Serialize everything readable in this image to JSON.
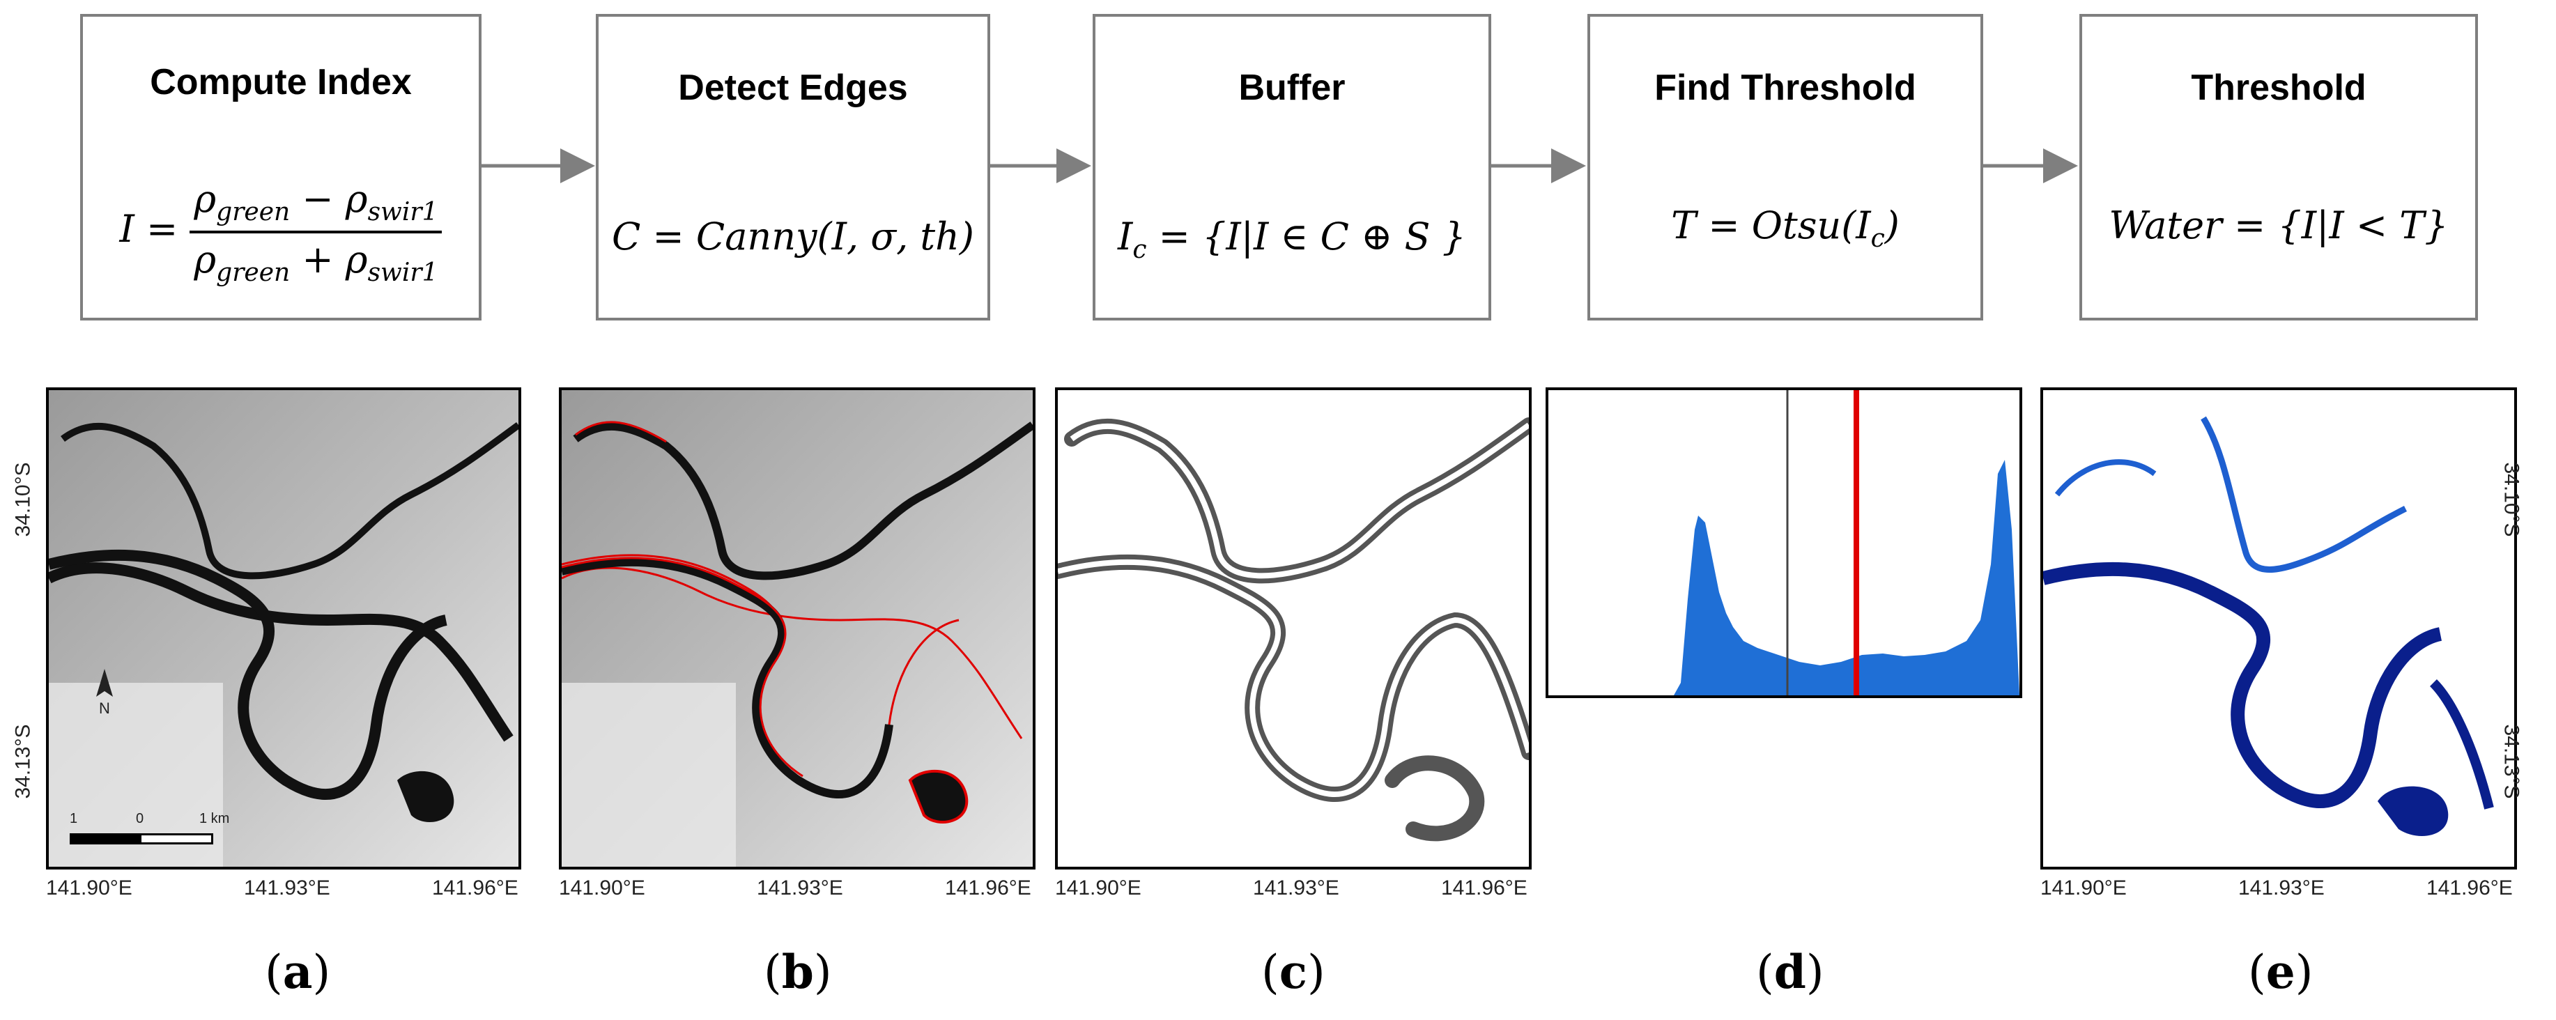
{
  "steps": [
    {
      "title": "Compute Index"
    },
    {
      "title": "Detect Edges",
      "formula": "C = Canny(I, σ, th)"
    },
    {
      "title": "Buffer"
    },
    {
      "title": "Find Threshold"
    },
    {
      "title": "Threshold",
      "formula": "Water = {I|I < T}"
    }
  ],
  "formula_a": {
    "lhs": "I =",
    "num_rho": "ρ",
    "num_sub1": "green",
    "minus": " − ρ",
    "num_sub2": "swir1",
    "den_rho": "ρ",
    "den_sub1": "green",
    "plus": " + ρ",
    "den_sub2": "swir1"
  },
  "formula_c": {
    "pre": "I",
    "sub": "c",
    "post": " = {I|I ∈ C ⊕ S }"
  },
  "formula_d": {
    "pre": "T = Otsu(I",
    "sub": "c",
    "post": ")"
  },
  "axes": {
    "x_ticks": [
      "141.90°E",
      "141.93°E",
      "141.96°E"
    ],
    "y_ticks": [
      "34.10°S",
      "34.13°S"
    ]
  },
  "scalebar": {
    "left": "1",
    "mid": "0",
    "right": "1 km",
    "north": "N"
  },
  "captions": [
    {
      "open": "(",
      "letter": "a",
      "close": ")"
    },
    {
      "open": "(",
      "letter": "b",
      "close": ")"
    },
    {
      "open": "(",
      "letter": "c",
      "close": ")"
    },
    {
      "open": "(",
      "letter": "d",
      "close": ")"
    },
    {
      "open": "(",
      "letter": "e",
      "close": ")"
    }
  ],
  "colors": {
    "box_border": "#7f7f7f",
    "arrow": "#7f7f7f",
    "edge_red": "#e00000",
    "hist_blue": "#1f6fd6",
    "otsu_line": "#e00000",
    "water_light": "#1e5fd0",
    "water_dark": "#0a1f8c"
  }
}
